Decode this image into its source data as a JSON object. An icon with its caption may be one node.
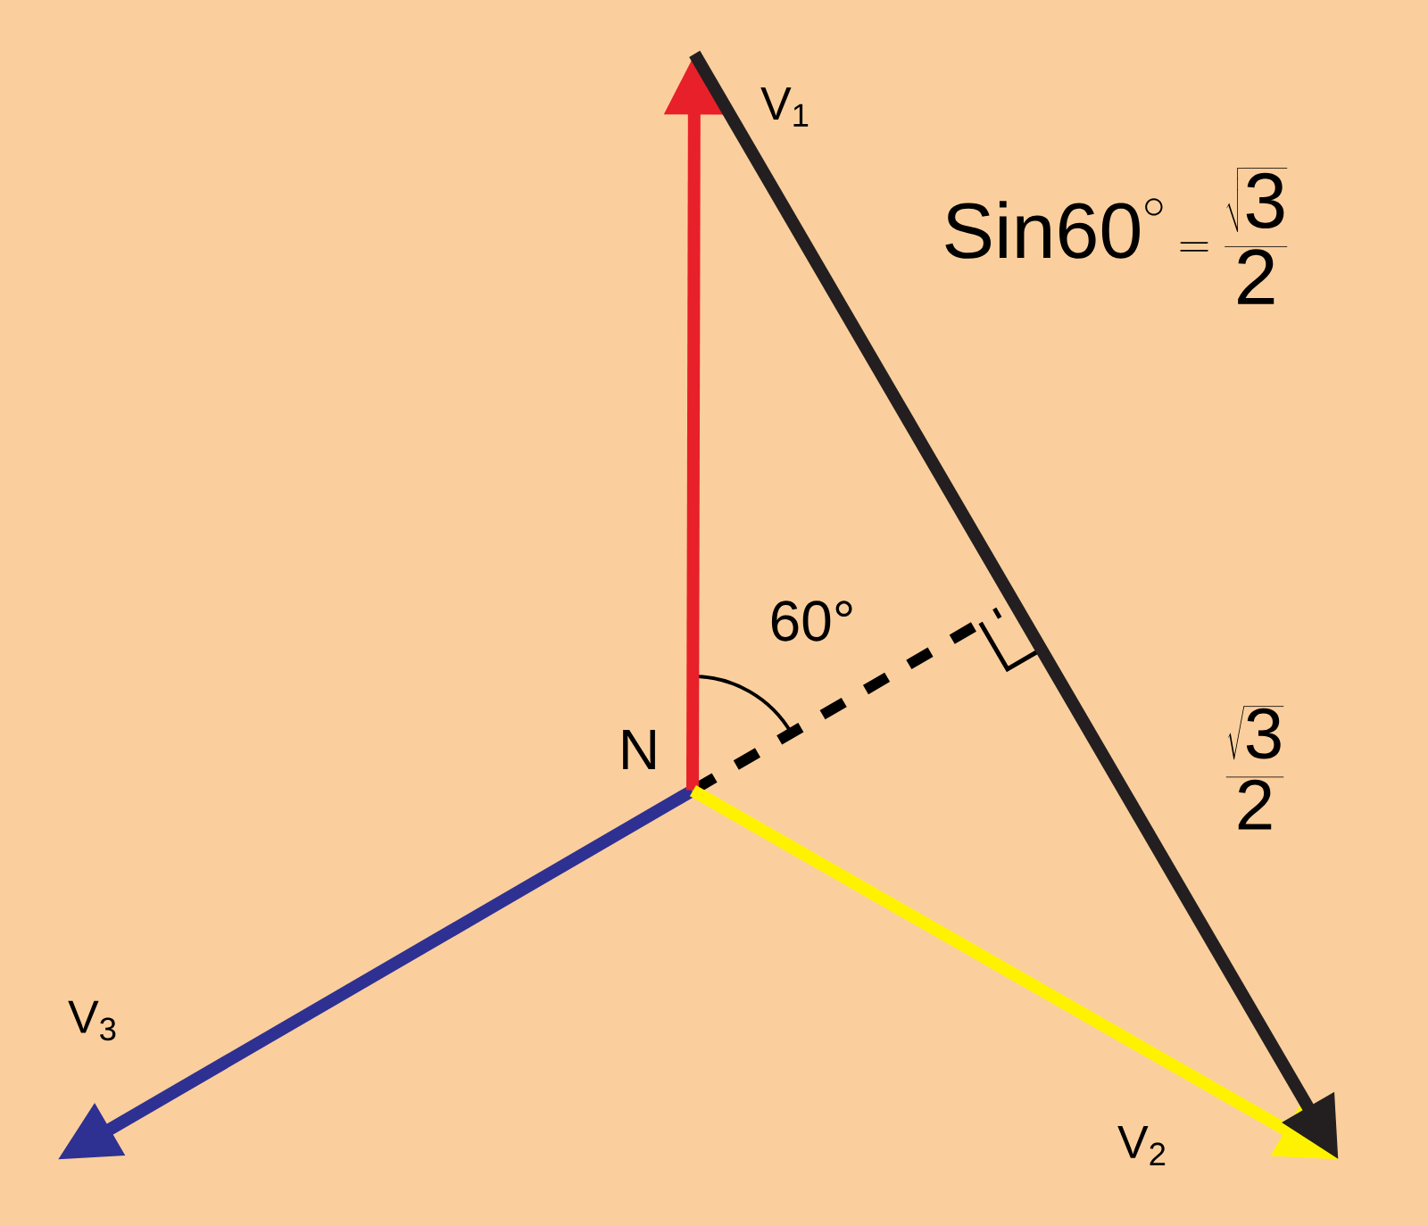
{
  "diagram": {
    "nodes": [
      {
        "text": [
          "N"
        ]
      },
      {
        "text": [
          "V$_{1}$"
        ]
      },
      {
        "text": [
          "V$_{2}$"
        ]
      },
      {
        "text": [
          "V$_{3}$"
        ]
      }
    ],
    "edges": [
      {
        "from": 0,
        "to": 1,
        "arrow": "to",
        "color": "#e8202a"
      },
      {
        "from": 0,
        "to": 2,
        "arrow": "to",
        "color": "#fff200"
      },
      {
        "from": 0,
        "to": 3,
        "arrow": "to",
        "color": "#2e3192"
      },
      {
        "from": 1,
        "to": 2,
        "arrow": "to",
        "color": "#231f20"
      }
    ],
    "labels": [
      "\\mathrm{Sin60}^{\\circ} = \\frac{\\sqrt{\\mathrm{3}}}{\\mathrm{2}}",
      "60°",
      "\\frac{\\sqrt{\\mathrm{3}}}{\\mathrm{2}}"
    ]
  }
}
